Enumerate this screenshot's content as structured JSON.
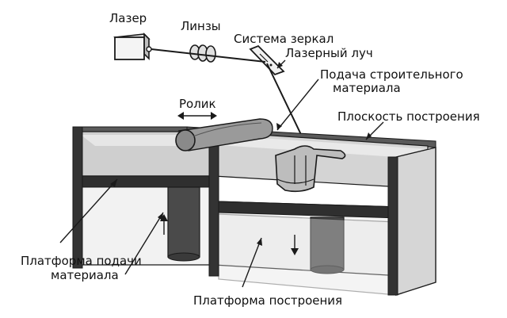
{
  "labels": {
    "laser": "Лазер",
    "lenses": "Линзы",
    "mirror_system": "Система зеркал",
    "laser_beam": "Лазерный луч",
    "material_feed_line1": "Подача строительного",
    "material_feed_line2": "материала",
    "roller": "Ролик",
    "build_plane": "Плоскость построения",
    "feed_platform_line1": "Платформа подачи",
    "feed_platform_line2": "материала",
    "build_platform": "Платформа построения"
  },
  "colors": {
    "stroke": "#1a1a1a",
    "wall_dark": "#3b3b3b",
    "wall_light": "#d6d6d6",
    "powder": "#cfcfcf",
    "background": "#ffffff"
  }
}
